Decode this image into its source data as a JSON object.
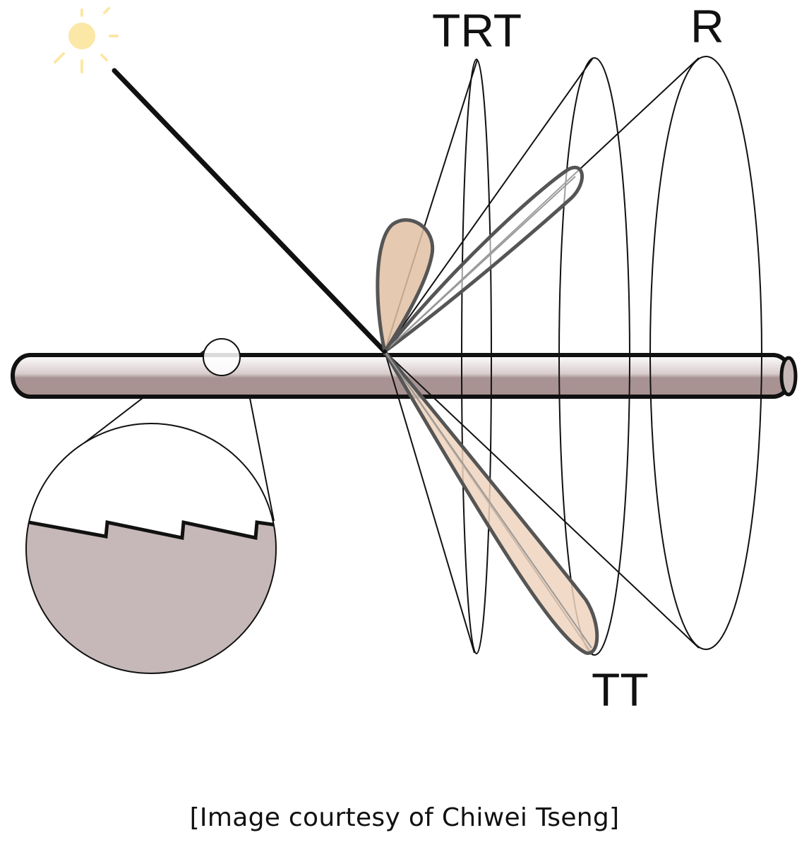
{
  "labels": {
    "trt": "TRT",
    "r": "R",
    "tt": "TT"
  },
  "caption": "[Image courtesy of Chiwei Tseng]",
  "icons": {
    "light_source": "sun-icon"
  },
  "colors": {
    "sun": "#fbe7a6",
    "hair_fill": "#a89292",
    "cuticle_fill": "#c6b8b8",
    "lobe_fill": "#efd3bd",
    "lobe_fill_dark": "#e1c0a2",
    "lobe_stroke": "#555555",
    "ink": "#111111"
  }
}
